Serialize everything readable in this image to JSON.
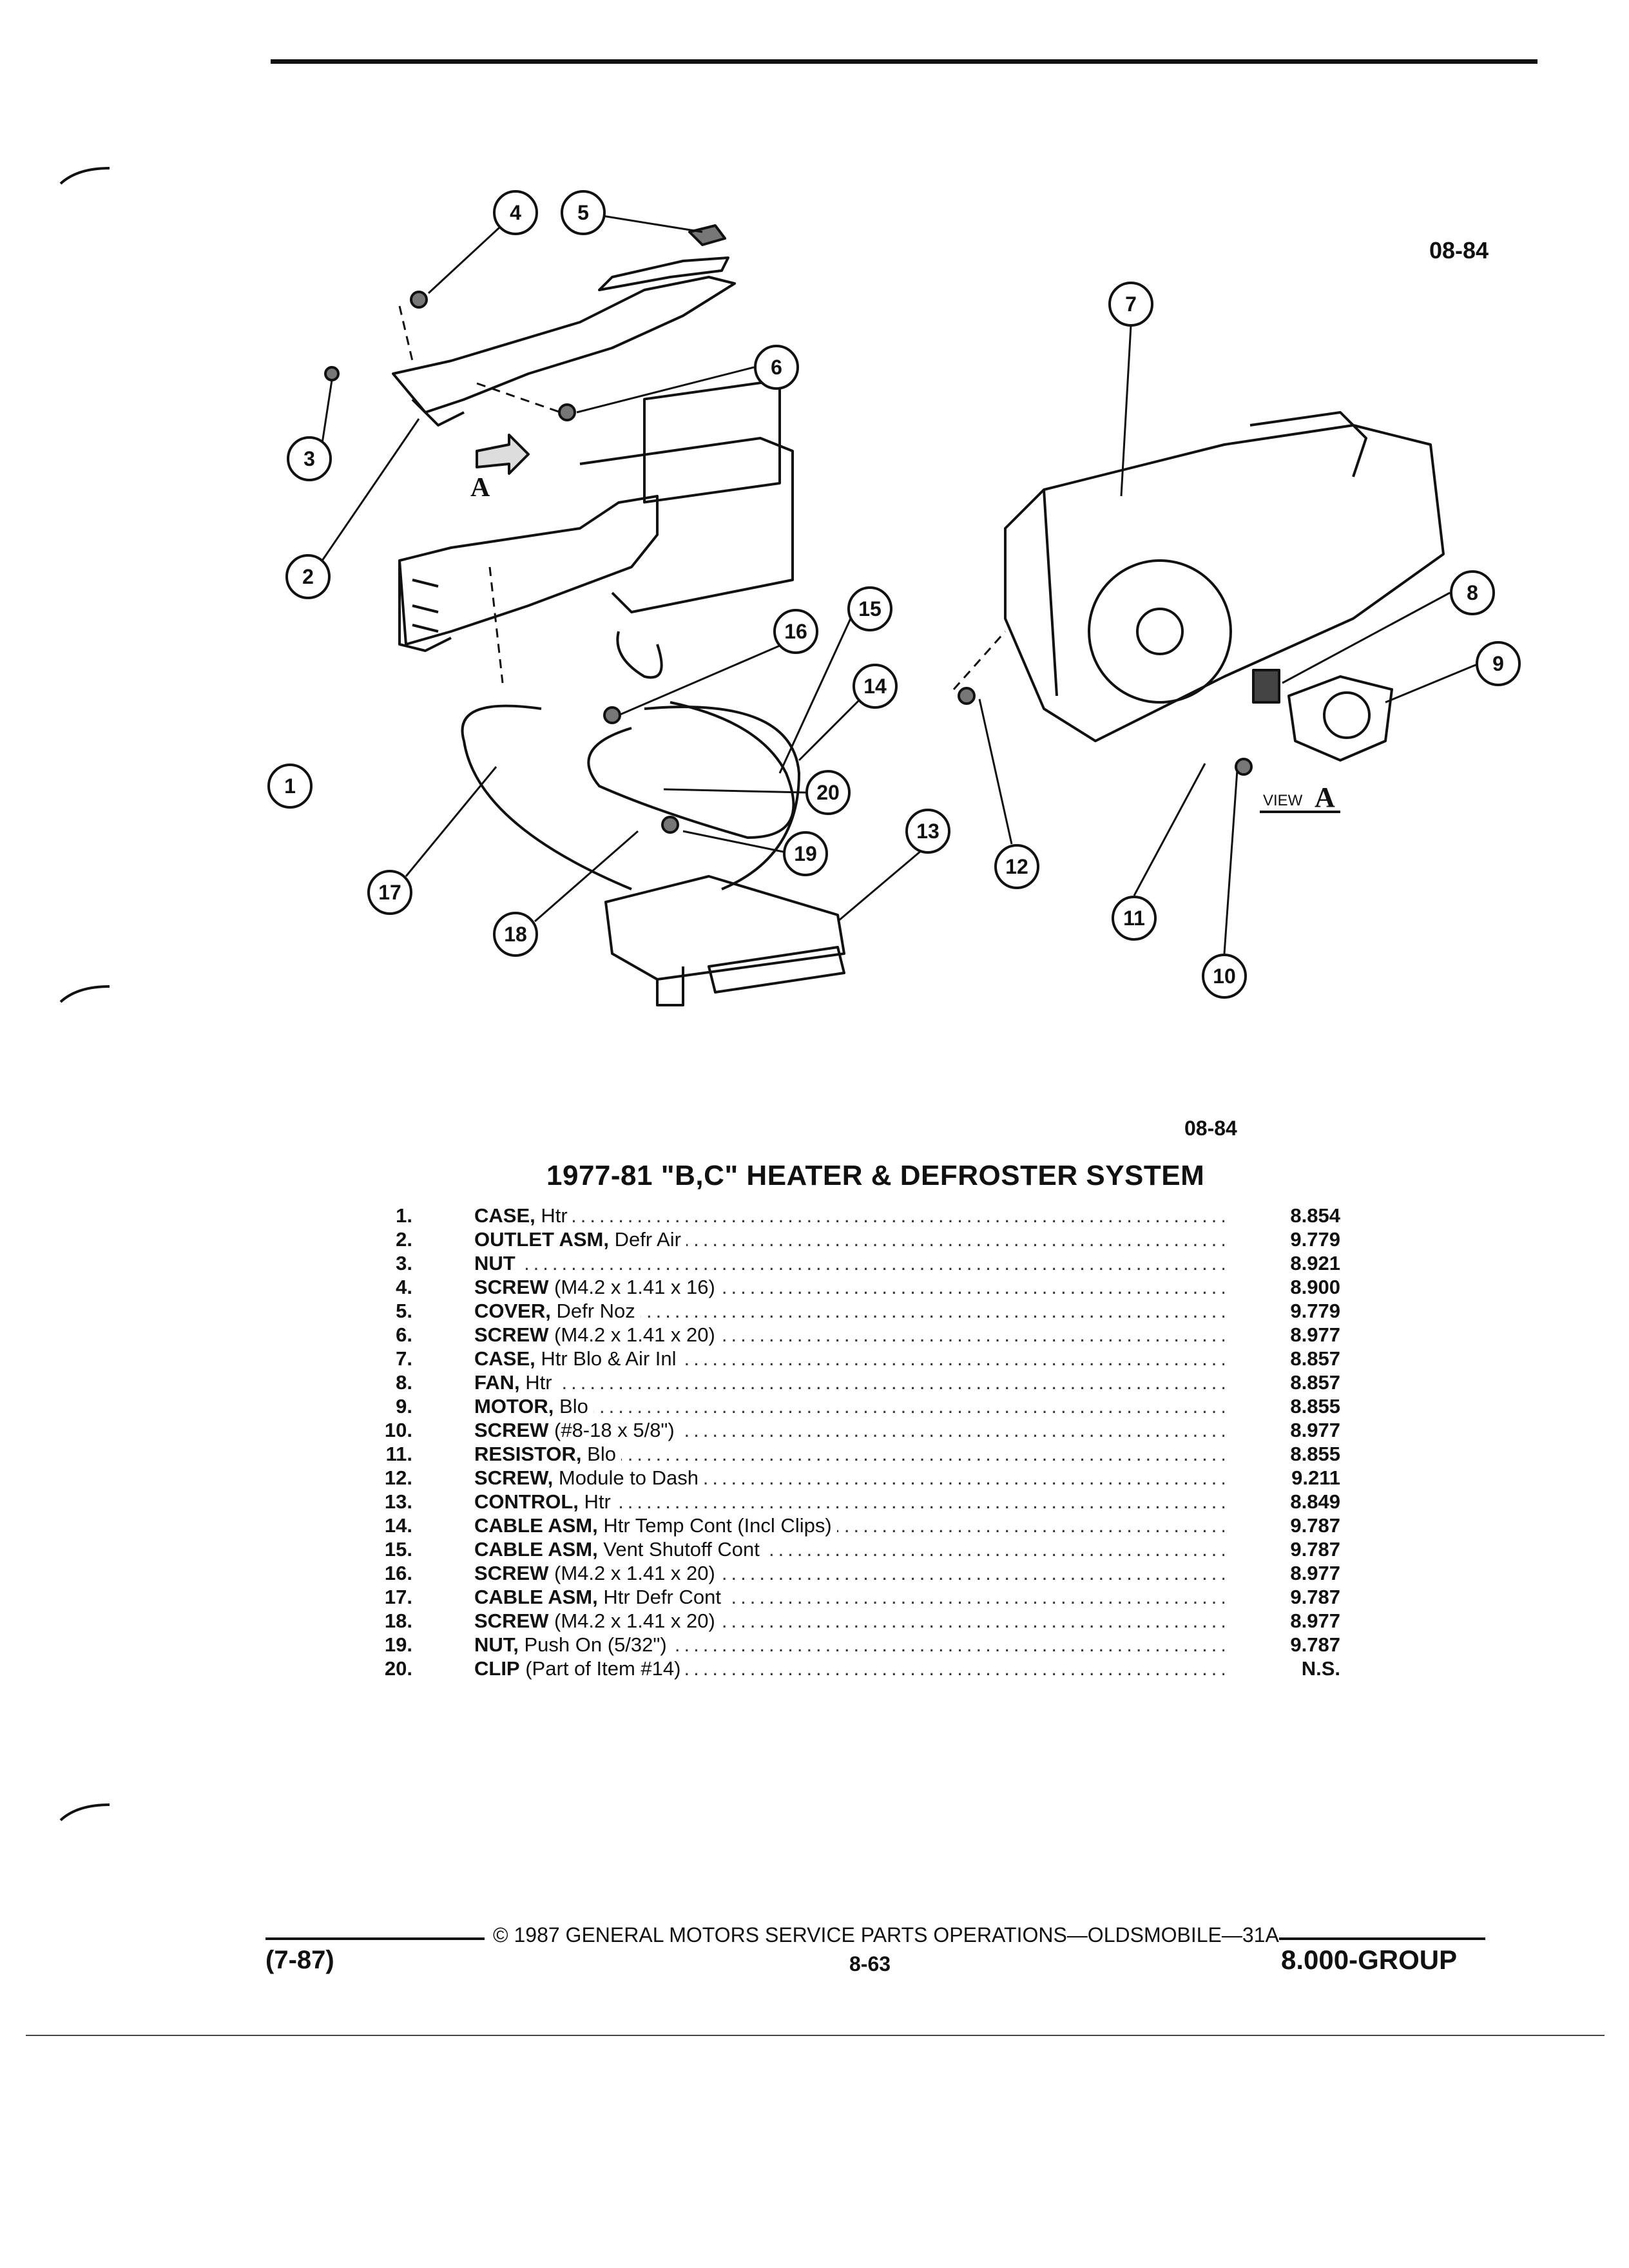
{
  "header": {
    "code_top": "08-84",
    "code_mid": "08-84"
  },
  "diagram": {
    "callouts": [
      "1",
      "2",
      "3",
      "4",
      "5",
      "6",
      "7",
      "8",
      "9",
      "10",
      "11",
      "12",
      "13",
      "14",
      "15",
      "16",
      "17",
      "18",
      "19",
      "20"
    ],
    "arrow_label": "A",
    "view_label_prefix": "VIEW",
    "view_label_letter": "A"
  },
  "parts_list": {
    "title": "1977-81 \"B,C\" HEATER & DEFROSTER SYSTEM",
    "items": [
      {
        "num": "1.",
        "name": "CASE,",
        "desc": " Htr",
        "group": "8.854"
      },
      {
        "num": "2.",
        "name": "OUTLET ASM,",
        "desc": " Defr Air",
        "group": "9.779"
      },
      {
        "num": "3.",
        "name": "NUT",
        "desc": "",
        "group": "8.921"
      },
      {
        "num": "4.",
        "name": "SCREW",
        "desc": " (M4.2 x 1.41 x 16)",
        "group": "8.900"
      },
      {
        "num": "5.",
        "name": "COVER,",
        "desc": " Defr Noz",
        "group": "9.779"
      },
      {
        "num": "6.",
        "name": "SCREW",
        "desc": " (M4.2 x 1.41 x 20)",
        "group": "8.977"
      },
      {
        "num": "7.",
        "name": "CASE,",
        "desc": " Htr Blo & Air Inl",
        "group": "8.857"
      },
      {
        "num": "8.",
        "name": "FAN,",
        "desc": " Htr",
        "group": "8.857"
      },
      {
        "num": "9.",
        "name": "MOTOR,",
        "desc": " Blo",
        "group": "8.855"
      },
      {
        "num": "10.",
        "name": "SCREW",
        "desc": " (#8-18 x 5/8\")",
        "group": "8.977"
      },
      {
        "num": "11.",
        "name": "RESISTOR,",
        "desc": " Blo",
        "group": "8.855"
      },
      {
        "num": "12.",
        "name": "SCREW,",
        "desc": " Module to Dash",
        "group": "9.211"
      },
      {
        "num": "13.",
        "name": "CONTROL,",
        "desc": " Htr",
        "group": "8.849"
      },
      {
        "num": "14.",
        "name": "CABLE ASM,",
        "desc": " Htr Temp Cont (Incl Clips)",
        "group": "9.787"
      },
      {
        "num": "15.",
        "name": "CABLE ASM,",
        "desc": " Vent Shutoff Cont",
        "group": "9.787"
      },
      {
        "num": "16.",
        "name": "SCREW",
        "desc": " (M4.2 x 1.41 x 20)",
        "group": "8.977"
      },
      {
        "num": "17.",
        "name": "CABLE ASM,",
        "desc": " Htr Defr Cont",
        "group": "9.787"
      },
      {
        "num": "18.",
        "name": "SCREW",
        "desc": " (M4.2 x 1.41 x 20)",
        "group": "8.977"
      },
      {
        "num": "19.",
        "name": "NUT,",
        "desc": " Push On (5/32\")",
        "group": "9.787"
      },
      {
        "num": "20.",
        "name": "CLIP",
        "desc": " (Part of Item #14)",
        "group": "N.S."
      }
    ]
  },
  "footer": {
    "left_code": "(7-87)",
    "copyright": "© 1987 GENERAL MOTORS SERVICE PARTS OPERATIONS—OLDSMOBILE—31A",
    "page_number": "8-63",
    "group": "8.000-GROUP"
  }
}
